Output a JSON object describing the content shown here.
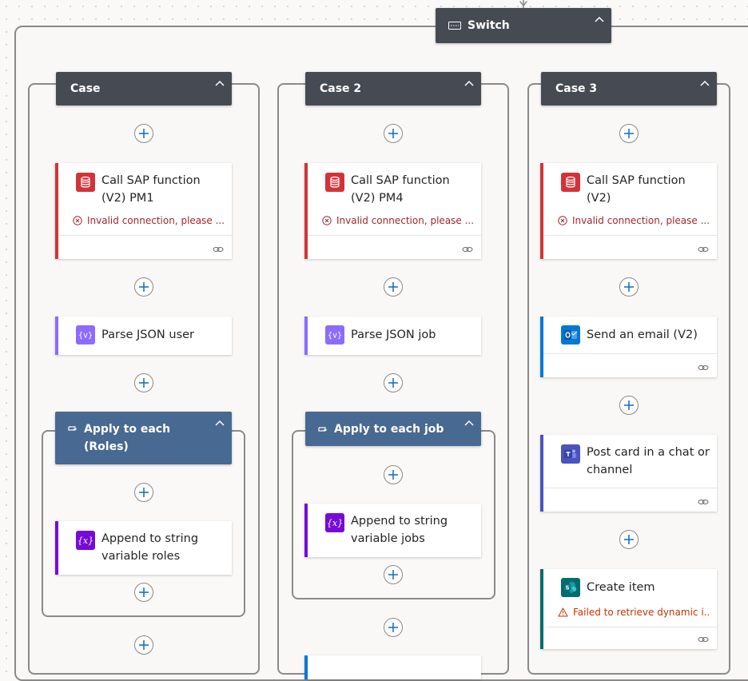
{
  "switch": {
    "title": "Switch"
  },
  "cases": [
    {
      "title": "Case",
      "sap": {
        "title": "Call SAP function (V2) PM1",
        "error": "Invalid connection, please ..."
      },
      "parse": {
        "title": "Parse JSON user"
      },
      "loop": {
        "title": "Apply to each (Roles)"
      },
      "append": {
        "title": "Append to string variable roles"
      }
    },
    {
      "title": "Case 2",
      "sap": {
        "title": "Call SAP function (V2) PM4",
        "error": "Invalid connection, please ..."
      },
      "parse": {
        "title": "Parse JSON job"
      },
      "loop": {
        "title": "Apply to each job"
      },
      "append": {
        "title": "Append to string variable jobs"
      }
    },
    {
      "title": "Case 3",
      "sap": {
        "title": "Call SAP function (V2)",
        "error": "Invalid connection, please ..."
      },
      "email": {
        "title": "Send an email (V2)"
      },
      "teams": {
        "title": "Post card in a chat or channel"
      },
      "sharepoint": {
        "title": "Create item",
        "warning": "Failed to retrieve dynamic i..."
      }
    }
  ],
  "colors": {
    "header": "#464b53",
    "loop_header": "#486991",
    "sap": "#d13438",
    "parse": "#8c6cff",
    "variable": "#770bd6",
    "outlook": "#0078d4",
    "teams": "#4b53bc",
    "sharepoint": "#036c70",
    "error": "#a4262c",
    "warning": "#c43501"
  },
  "icons": {
    "switch": "switch-icon",
    "collapse": "chevron-up-icon",
    "add": "add-step-icon",
    "sap": "sap-database-icon",
    "parse": "parse-json-icon",
    "variable": "variable-icon",
    "loop": "loop-icon",
    "outlook": "outlook-icon",
    "teams": "teams-icon",
    "sharepoint": "sharepoint-icon",
    "error": "error-icon",
    "warning": "warning-icon",
    "connection": "connection-link-icon"
  }
}
